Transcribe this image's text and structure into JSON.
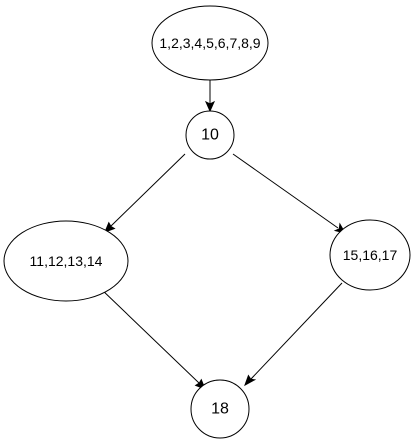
{
  "diagram": {
    "nodes": [
      {
        "id": "n1",
        "label": "1,2,3,4,5,6,7,8,9"
      },
      {
        "id": "n10",
        "label": "10"
      },
      {
        "id": "n11",
        "label": "11,12,13,14"
      },
      {
        "id": "n15",
        "label": "15,16,17"
      },
      {
        "id": "n18",
        "label": "18"
      }
    ],
    "edges": [
      {
        "from": "n1",
        "to": "n10"
      },
      {
        "from": "n10",
        "to": "n11"
      },
      {
        "from": "n10",
        "to": "n15"
      },
      {
        "from": "n11",
        "to": "n18"
      },
      {
        "from": "n15",
        "to": "n18"
      }
    ]
  }
}
